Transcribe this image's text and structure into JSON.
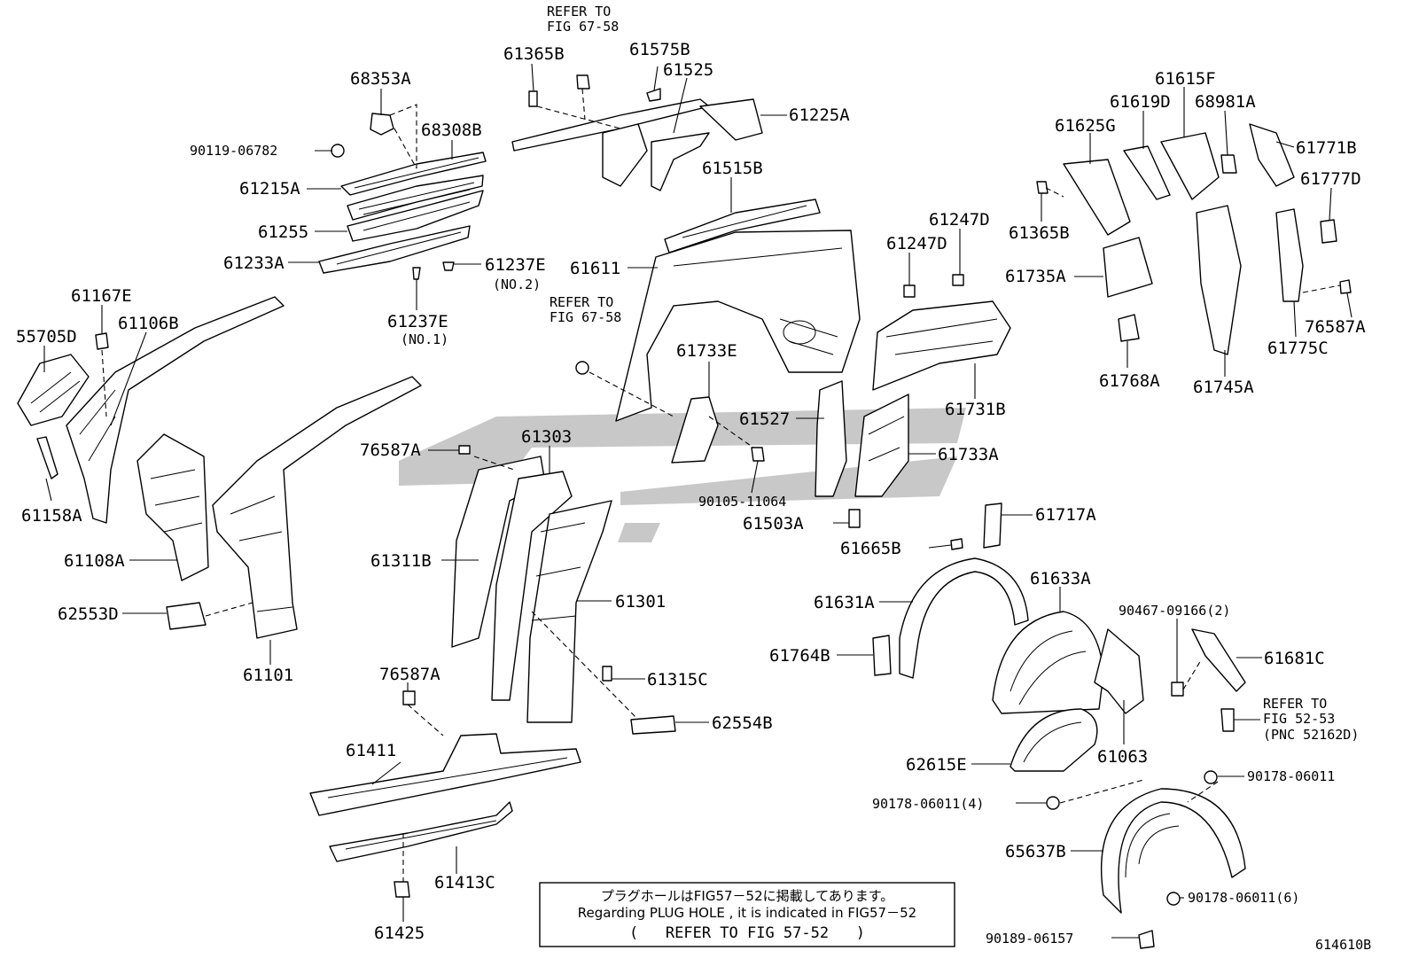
{
  "labels": {
    "p68353A": "68353A",
    "p90119_06782": "90119-06782",
    "p68308B": "68308B",
    "p61215A": "61215A",
    "p61255": "61255",
    "p61233A": "61233A",
    "p61237E2": "61237E",
    "p61237E2_sub": "(NO.2)",
    "p61237E1": "61237E",
    "p61237E1_sub": "(NO.1)",
    "p61167E": "61167E",
    "p61106B": "61106B",
    "p55705D": "55705D",
    "p61158A": "61158A",
    "p61108A": "61108A",
    "p62553D": "62553D",
    "p61101": "61101",
    "refer1_a": "REFER TO",
    "refer1_b": "FIG 67-58",
    "p61365B_a": "61365B",
    "p61575B": "61575B",
    "p61525": "61525",
    "p61225A": "61225A",
    "p61515B": "61515B",
    "p61611": "61611",
    "refer2_a": "REFER TO",
    "refer2_b": "FIG 67-58",
    "p61733E": "61733E",
    "p61527": "61527",
    "p76587A_1": "76587A",
    "p61303": "61303",
    "p90105_11064": "90105-11064",
    "p61503A": "61503A",
    "p61311B": "61311B",
    "p61301": "61301",
    "p61315C": "61315C",
    "p62554B": "62554B",
    "p76587A_2": "76587A",
    "p61411": "61411",
    "p61413C": "61413C",
    "p61425": "61425",
    "p61247D_1": "61247D",
    "p61247D_2": "61247D",
    "p61731B": "61731B",
    "p61733A": "61733A",
    "p61615F": "61615F",
    "p61619D": "61619D",
    "p68981A": "68981A",
    "p61625G": "61625G",
    "p61771B": "61771B",
    "p61777D": "61777D",
    "p61365B_b": "61365B",
    "p61735A": "61735A",
    "p76587A_3": "76587A",
    "p61768A": "61768A",
    "p61745A": "61745A",
    "p61775C": "61775C",
    "p61717A": "61717A",
    "p61665B": "61665B",
    "p61633A": "61633A",
    "p61631A": "61631A",
    "p90467_09166": "90467-09166(2)",
    "p61681C": "61681C",
    "p61764B": "61764B",
    "refer3_a": "REFER TO",
    "refer3_b": "FIG 52-53",
    "refer3_c": "(PNC 52162D)",
    "p61063": "61063",
    "p62615E": "62615E",
    "p90178_06011": "90178-06011",
    "p90178_06011_4": "90178-06011(4)",
    "p65637B": "65637B",
    "p90178_06011_6": "90178-06011(6)",
    "p90189_06157": "90189-06157",
    "fig_id": "614610B"
  },
  "note": {
    "line1": "プラグホールはFIG57－52に掲載してあります。",
    "line2": "Regarding PLUG HOLE , it is indicated in FIG57－52",
    "line3": "(   REFER TO FIG 57-52   )"
  }
}
